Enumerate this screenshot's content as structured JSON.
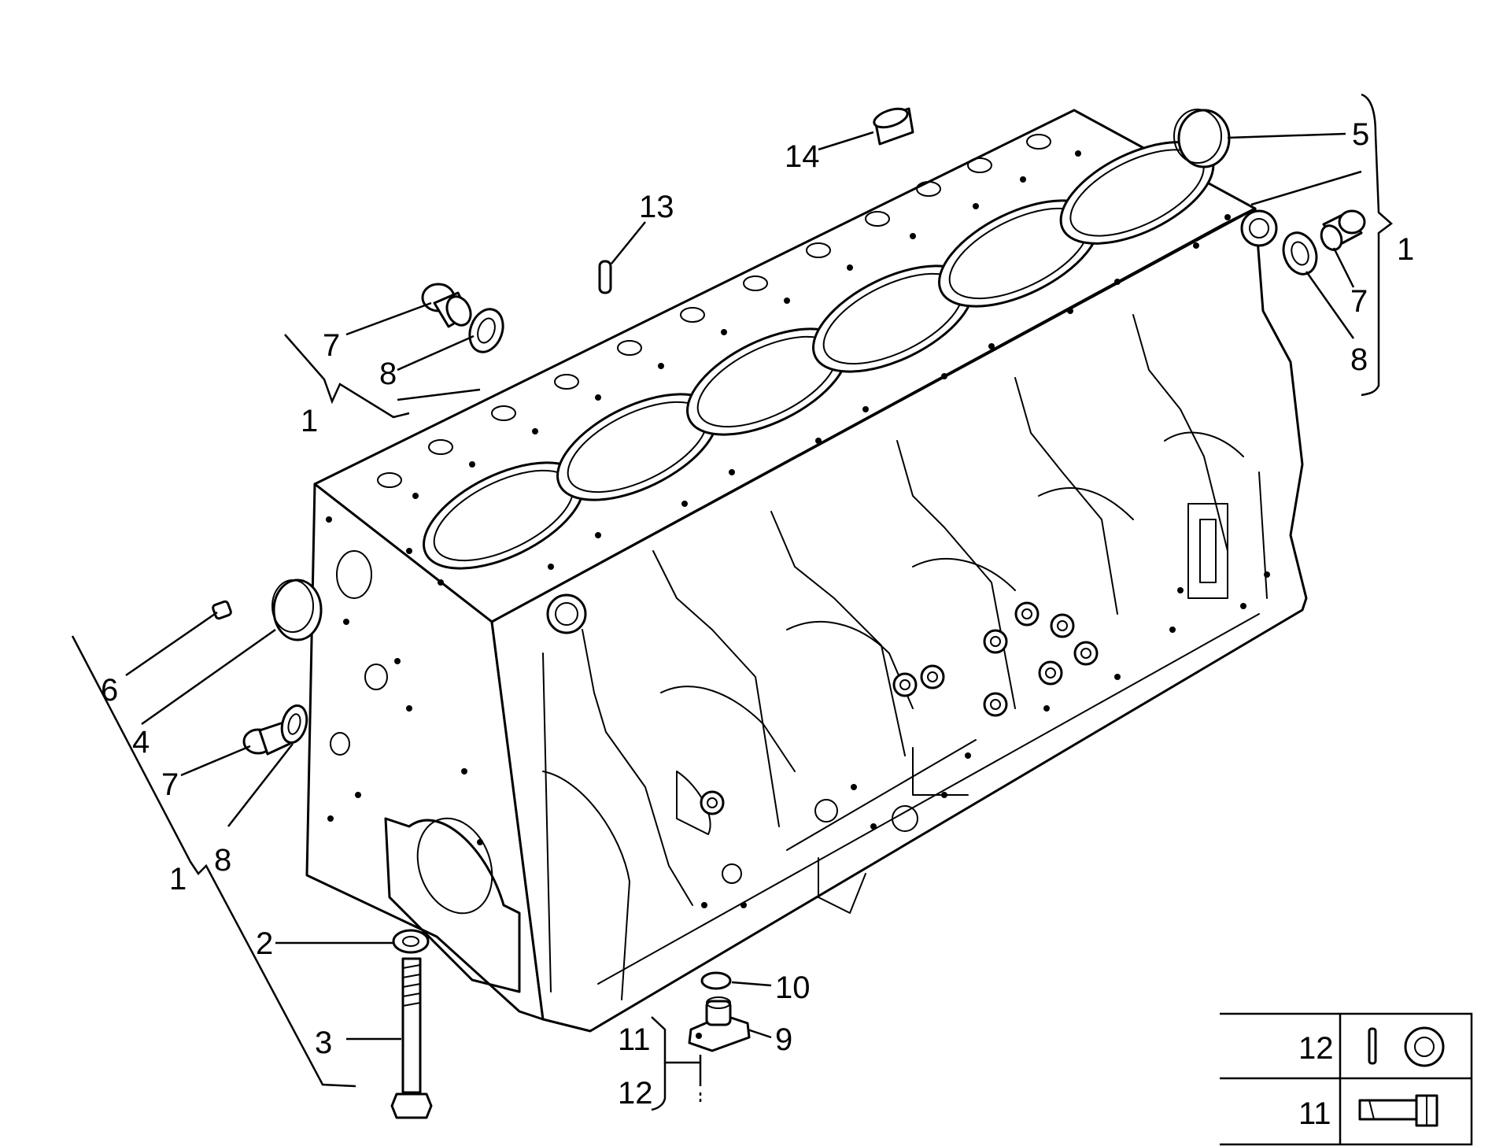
{
  "diagram": {
    "callouts": {
      "c14": "14",
      "c13": "13",
      "c5": "5",
      "c7_top_left": "7",
      "c8_top_left": "8",
      "c1_top_left": "1",
      "c1_right": "1",
      "c7_right": "7",
      "c8_right": "8",
      "c6": "6",
      "c4": "4",
      "c7_left": "7",
      "c8_left": "8",
      "c1_left": "1",
      "c2": "2",
      "c3": "3",
      "c10": "10",
      "c9": "9",
      "c11": "11",
      "c12": "12"
    },
    "legend": {
      "row_12": "12",
      "row_11": "11"
    }
  }
}
